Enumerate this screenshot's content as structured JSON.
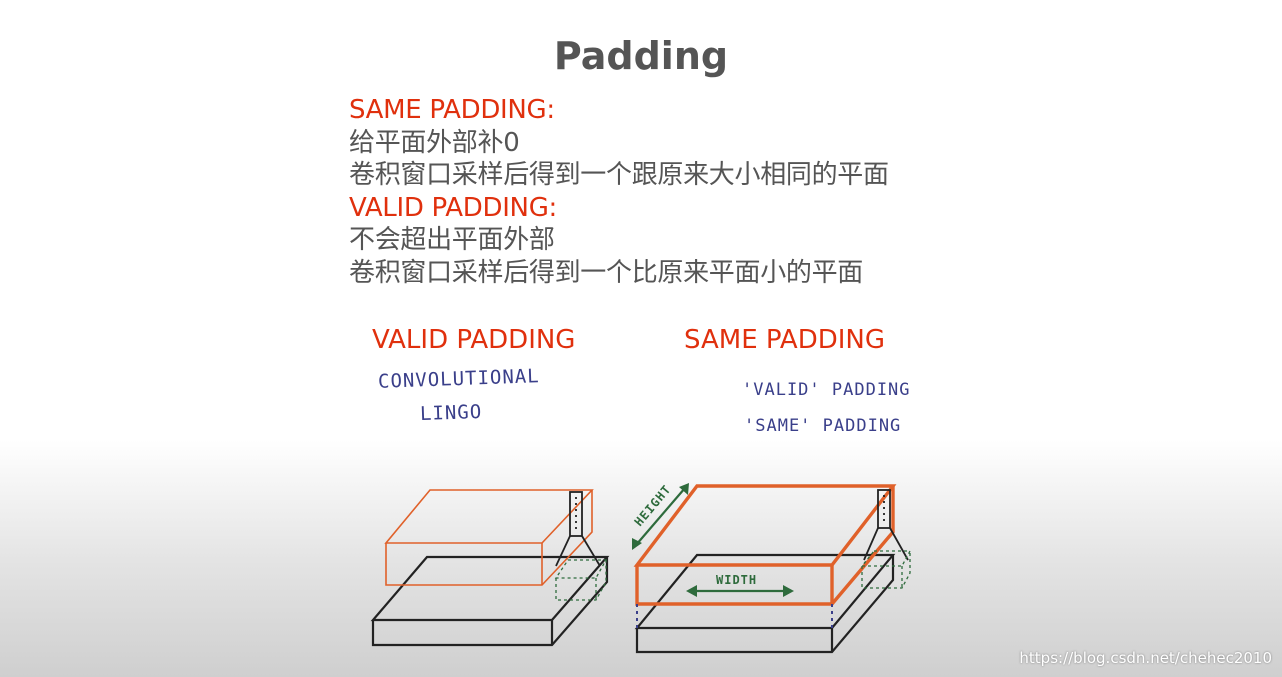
{
  "title": "Padding",
  "lines": [
    {
      "text": "SAME PADDING:",
      "color": "#e0300d"
    },
    {
      "text": "给平面外部补0",
      "color": "#555555"
    },
    {
      "text": "卷积窗口采样后得到一个跟原来大小相同的平面",
      "color": "#555555"
    },
    {
      "text": "VALID PADDING:",
      "color": "#e0300d"
    },
    {
      "text": "不会超出平面外部",
      "color": "#555555"
    },
    {
      "text": "卷积窗口采样后得到一个比原来平面小的平面",
      "color": "#555555"
    }
  ],
  "diagram": {
    "left_label": "VALID PADDING",
    "right_label": "SAME PADDING",
    "left_note_1": "CONVOLUTIONAL",
    "left_note_2": "LINGO",
    "right_note_1": "'VALID' PADDING",
    "right_note_2": "'SAME' PADDING",
    "height_label": "HEIGHT",
    "width_label": "WIDTH"
  },
  "colors": {
    "accent_red": "#e0300d",
    "text_gray": "#555555",
    "box_orange": "#e0612a",
    "arrow_green": "#2e6b3c",
    "note_blue": "#3a3f8a"
  },
  "watermark": "https://blog.csdn.net/chehec2010"
}
